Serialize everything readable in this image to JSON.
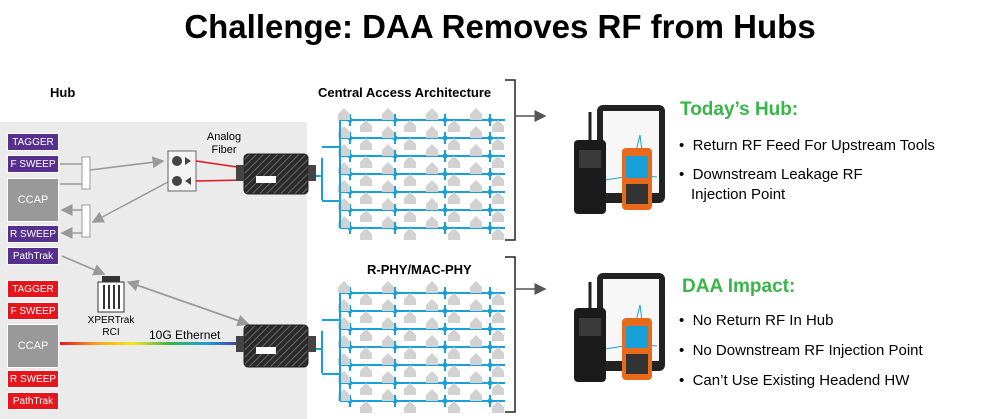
{
  "title": "Challenge:  DAA Removes RF from Hubs",
  "hub": {
    "label": "Hub",
    "top_stack": [
      "TAGGER",
      "F SWEEP",
      "CCAP",
      "R SWEEP",
      "PathTrak"
    ],
    "bottom_stack": [
      "TAGGER",
      "F SWEEP",
      "CCAP",
      "R SWEEP",
      "PathTrak"
    ],
    "xpertrak_line1": "XPERTrak",
    "xpertrak_line2": "RCI"
  },
  "links": {
    "analog_fiber_line1": "Analog",
    "analog_fiber_line2": "Fiber",
    "ethernet": "10G Ethernet"
  },
  "architectures": {
    "central": "Central Access Architecture",
    "rphy": "R-PHY/MAC-PHY"
  },
  "todays_hub": {
    "heading": "Today’s Hub:",
    "bullets": [
      "Return RF Feed For Upstream Tools",
      "Downstream Leakage RF",
      "Injection Point"
    ]
  },
  "daa_impact": {
    "heading": "DAA Impact:",
    "bullets": [
      "No Return RF In Hub",
      "No Downstream RF Injection Point",
      "Can’t Use Existing Headend HW"
    ]
  },
  "colors": {
    "purple": "#56308c",
    "red": "#e8141c",
    "green": "#3ab54a",
    "cable": "#1aa0d8"
  }
}
